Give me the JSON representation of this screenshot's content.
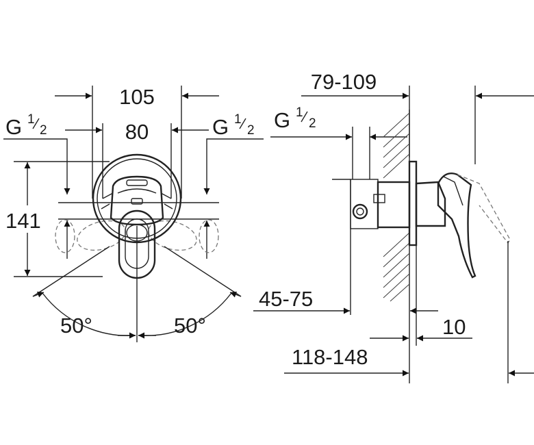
{
  "front_view": {
    "width_outer": "105",
    "width_inner": "80",
    "height": "141",
    "thread_left": {
      "main": "G",
      "num": "1",
      "den": "2"
    },
    "thread_right": {
      "main": "G",
      "num": "1",
      "den": "2"
    },
    "angle_left": "50°",
    "angle_right": "50°"
  },
  "side_view": {
    "depth_top": "79-109",
    "thread": {
      "main": "G",
      "num": "1",
      "den": "2"
    },
    "depth_mid": "45-75",
    "plate_thickness": "10",
    "depth_total": "118-148"
  }
}
